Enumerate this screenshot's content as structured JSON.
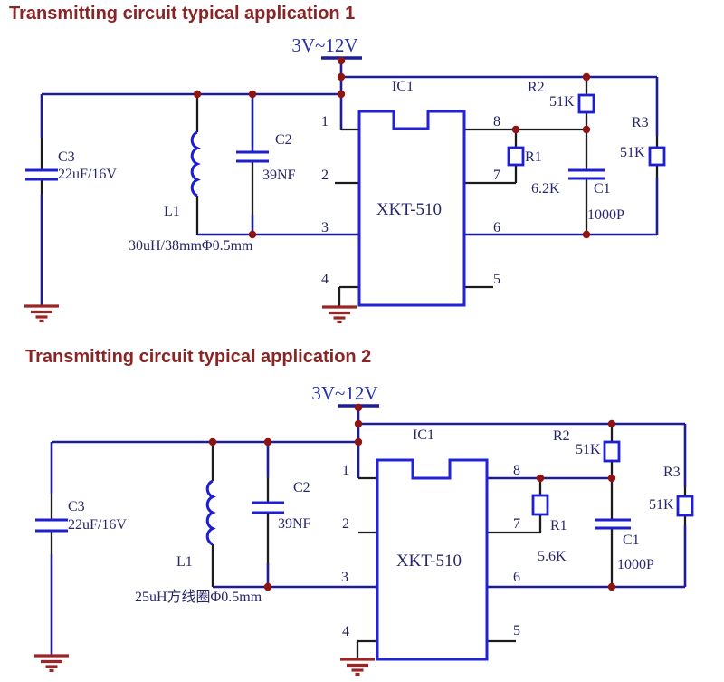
{
  "colors": {
    "title": "#8b2525",
    "wire_blue": "#1d1d96",
    "component_blue": "#1e1ed2",
    "lead_black": "#1c1c1c",
    "junction_red": "#8e1313",
    "ground_red": "#9b2424",
    "label_navy": "#26266b",
    "power_blue": "#2433ad"
  },
  "titles": {
    "circuit1": "Transmitting circuit typical application 1",
    "circuit2": "Transmitting circuit typical application 2"
  },
  "circuit1": {
    "power_label": "3V~12V",
    "ic_ref": "IC1",
    "ic_part": "XKT-510",
    "pins": {
      "p1": "1",
      "p2": "2",
      "p3": "3",
      "p4": "4",
      "p5": "5",
      "p6": "6",
      "p7": "7",
      "p8": "8"
    },
    "c3_ref": "C3",
    "c3_value": "22uF/16V",
    "l1_ref": "L1",
    "l1_value": "30uH/38mmΦ0.5mm",
    "c2_ref": "C2",
    "c2_value": "39NF",
    "r1_ref": "R1",
    "r1_value": "6.2K",
    "r2_ref": "R2",
    "r2_value": "51K",
    "r3_ref": "R3",
    "r3_value": "51K",
    "c1_ref": "C1",
    "c1_value": "1000P"
  },
  "circuit2": {
    "power_label": "3V~12V",
    "ic_ref": "IC1",
    "ic_part": "XKT-510",
    "pins": {
      "p1": "1",
      "p2": "2",
      "p3": "3",
      "p4": "4",
      "p5": "5",
      "p6": "6",
      "p7": "7",
      "p8": "8"
    },
    "c3_ref": "C3",
    "c3_value": "22uF/16V",
    "l1_ref": "L1",
    "l1_value": "25uH方线圈Φ0.5mm",
    "c2_ref": "C2",
    "c2_value": "39NF",
    "r1_ref": "R1",
    "r1_value": "5.6K",
    "r2_ref": "R2",
    "r2_value": "51K",
    "r3_ref": "R3",
    "r3_value": "51K",
    "c1_ref": "C1",
    "c1_value": "1000P"
  }
}
